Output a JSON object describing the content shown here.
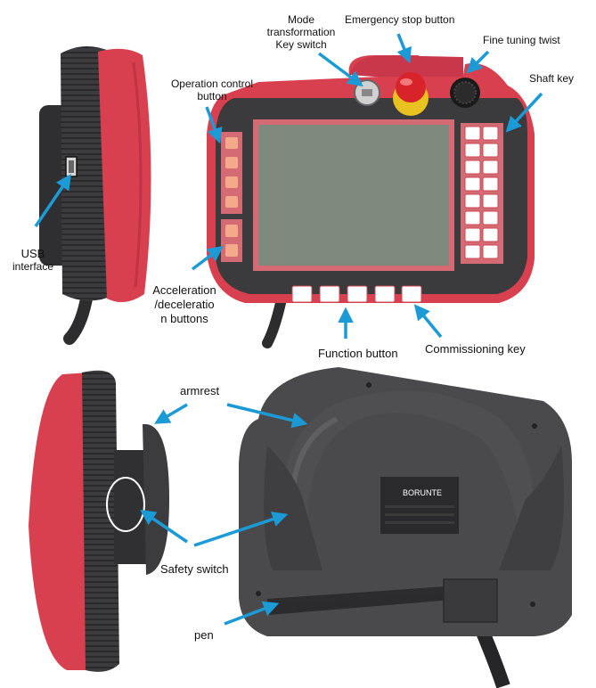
{
  "labels": {
    "mode_switch": [
      "Mode",
      "transformation",
      "Key switch"
    ],
    "emergency_stop": "Emergency stop button",
    "fine_tuning": "Fine tuning twist",
    "operation_control": [
      "Operation control",
      "button"
    ],
    "shaft_key": "Shaft key",
    "usb": [
      "USB",
      "interface"
    ],
    "accel": [
      "Acceleration",
      "/deceleratio",
      "n buttons"
    ],
    "function_button": "Function button",
    "commissioning_key": "Commissioning key",
    "armrest": "armrest",
    "safety_switch": "Safety switch",
    "pen": "pen"
  },
  "brand": "BORUNTE",
  "colors": {
    "red_shell": "#d9404f",
    "dark_shell": "#3b3b3d",
    "screen": "#7f8a7c",
    "arrow": "#1c9ad6",
    "estop": "#d8232a",
    "estop_base": "#e8c21f"
  }
}
